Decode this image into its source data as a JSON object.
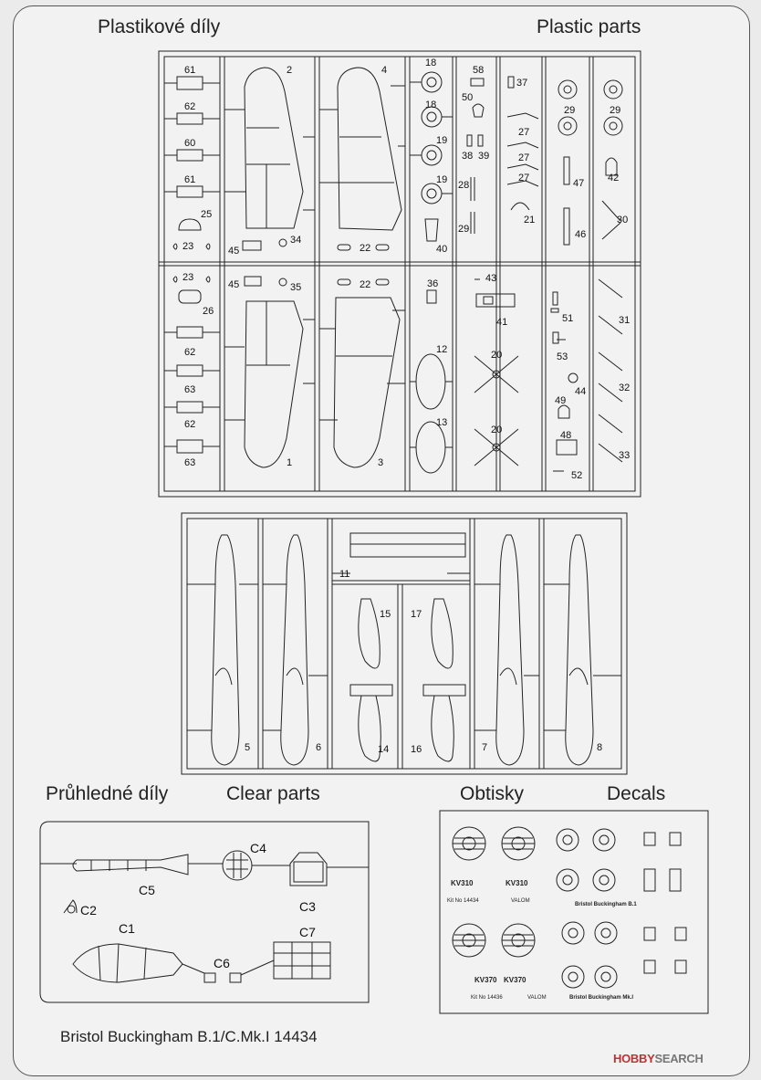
{
  "headers": {
    "plastic_cz": "Plastikové díly",
    "plastic_en": "Plastic parts",
    "clear_cz": "Průhledné díly",
    "clear_en": "Clear parts",
    "decals_cz": "Obtisky",
    "decals_en": "Decals"
  },
  "footer": "Bristol Buckingham B.1/C.Mk.I  14434",
  "watermark": {
    "brand": "HOBBY",
    "suffix": "SEARCH"
  },
  "sprue_a_top": {
    "p61a": "61",
    "p62a": "62",
    "p60": "60",
    "p61b": "61",
    "p25": "25",
    "p23a": "23",
    "p2": "2",
    "p4": "4",
    "p45a": "45",
    "p34": "34",
    "p22a": "22",
    "p18a": "18",
    "p18b": "18",
    "p19a": "19",
    "p19b": "19",
    "p40": "40",
    "p58": "58",
    "p50": "50",
    "p38": "38",
    "p39": "39",
    "p28": "28",
    "p29": "29",
    "p37": "37",
    "p27a": "27",
    "p27b": "27",
    "p27c": "27",
    "p21": "21",
    "p29a": "29",
    "p29b": "29",
    "p47": "47",
    "p46": "46",
    "p42": "42",
    "p30": "30"
  },
  "sprue_a_bottom": {
    "p23b": "23",
    "p45b": "45",
    "p35": "35",
    "p22b": "22",
    "p26": "26",
    "p62b": "62",
    "p63a": "63",
    "p62c": "62",
    "p63b": "63",
    "p1": "1",
    "p3": "3",
    "p36": "36",
    "p12": "12",
    "p13": "13",
    "p43": "43",
    "p41": "41",
    "p20a": "20",
    "p20b": "20",
    "p51": "51",
    "p53": "53",
    "p44": "44",
    "p49": "49",
    "p48": "48",
    "p52": "52",
    "p31": "31",
    "p32": "32",
    "p33": "33"
  },
  "sprue_b": {
    "p11": "11",
    "p15": "15",
    "p17": "17",
    "p14": "14",
    "p16": "16",
    "p5": "5",
    "p6": "6",
    "p7": "7",
    "p8": "8"
  },
  "clear": {
    "c1": "C1",
    "c2": "C2",
    "c3": "C3",
    "c4": "C4",
    "c5": "C5",
    "c6": "C6",
    "c7": "C7"
  },
  "decals": {
    "kv310a": "KV310",
    "kv310b": "KV310",
    "kitno_a": "Kit No 14434",
    "valom_a": "VALOM",
    "title_a": "Bristol Buckingham B.1",
    "kv370a": "KV370",
    "kv370b": "KV370",
    "kitno_b": "Kit No 14436",
    "valom_b": "VALOM",
    "title_b": "Bristol Buckingham Mk.I"
  }
}
